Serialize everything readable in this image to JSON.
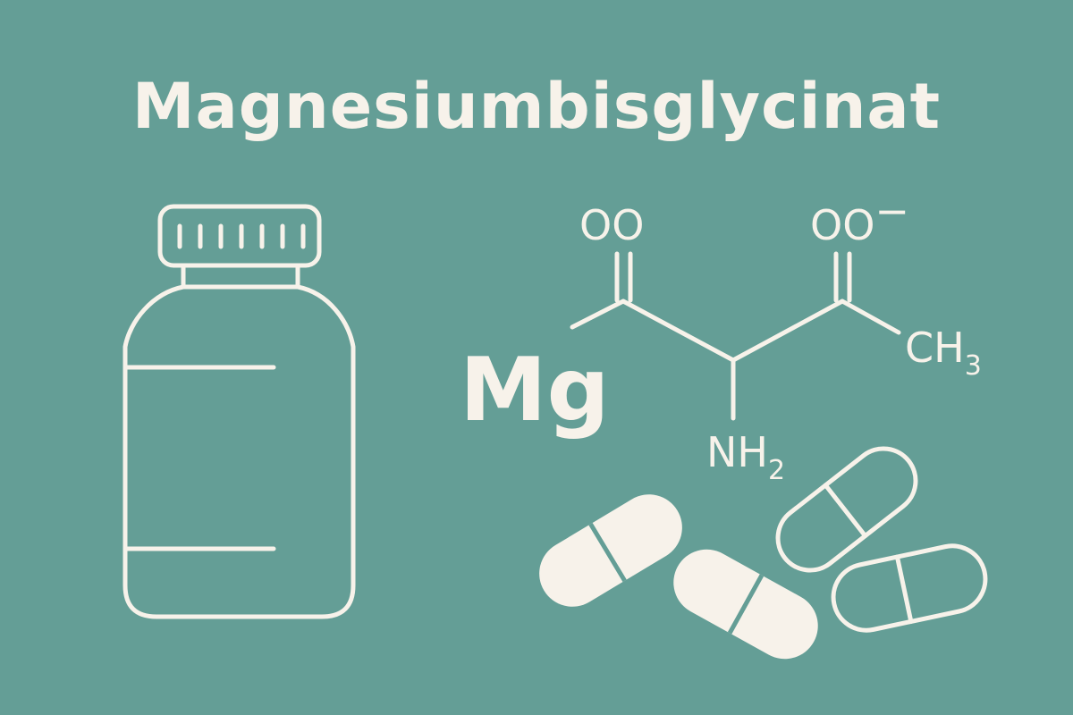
{
  "title": "Magnesiumbisglycinat",
  "structure": {
    "metal_symbol": "Mg",
    "left_group": "OO",
    "right_group": "OO",
    "right_group_charge": "−",
    "methyl": "CH",
    "methyl_subscript": "3",
    "amine": "NH",
    "amine_subscript": "2"
  },
  "colors": {
    "background": "#649e96",
    "ink": "#f7f2ea"
  },
  "icons": [
    "supplement-bottle-icon",
    "capsule-icon"
  ]
}
